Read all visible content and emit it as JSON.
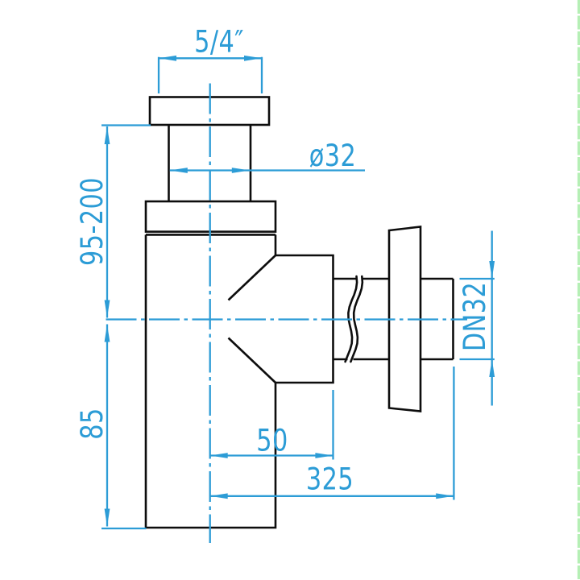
{
  "drawing": {
    "kind": "technical-drawing-bottle-trap",
    "colors": {
      "outline": "#0d0d0d",
      "dimension": "#2c9cd6",
      "background": "#ffffff",
      "page_border": "#b5efb5"
    },
    "labels": {
      "inlet_thread": "5/4″",
      "inlet_diameter": "ø32",
      "height_adjustable": "95-200",
      "cup_depth": "85",
      "outlet_offset": "50",
      "outlet_reach": "325",
      "outlet_size": "DN32"
    }
  }
}
